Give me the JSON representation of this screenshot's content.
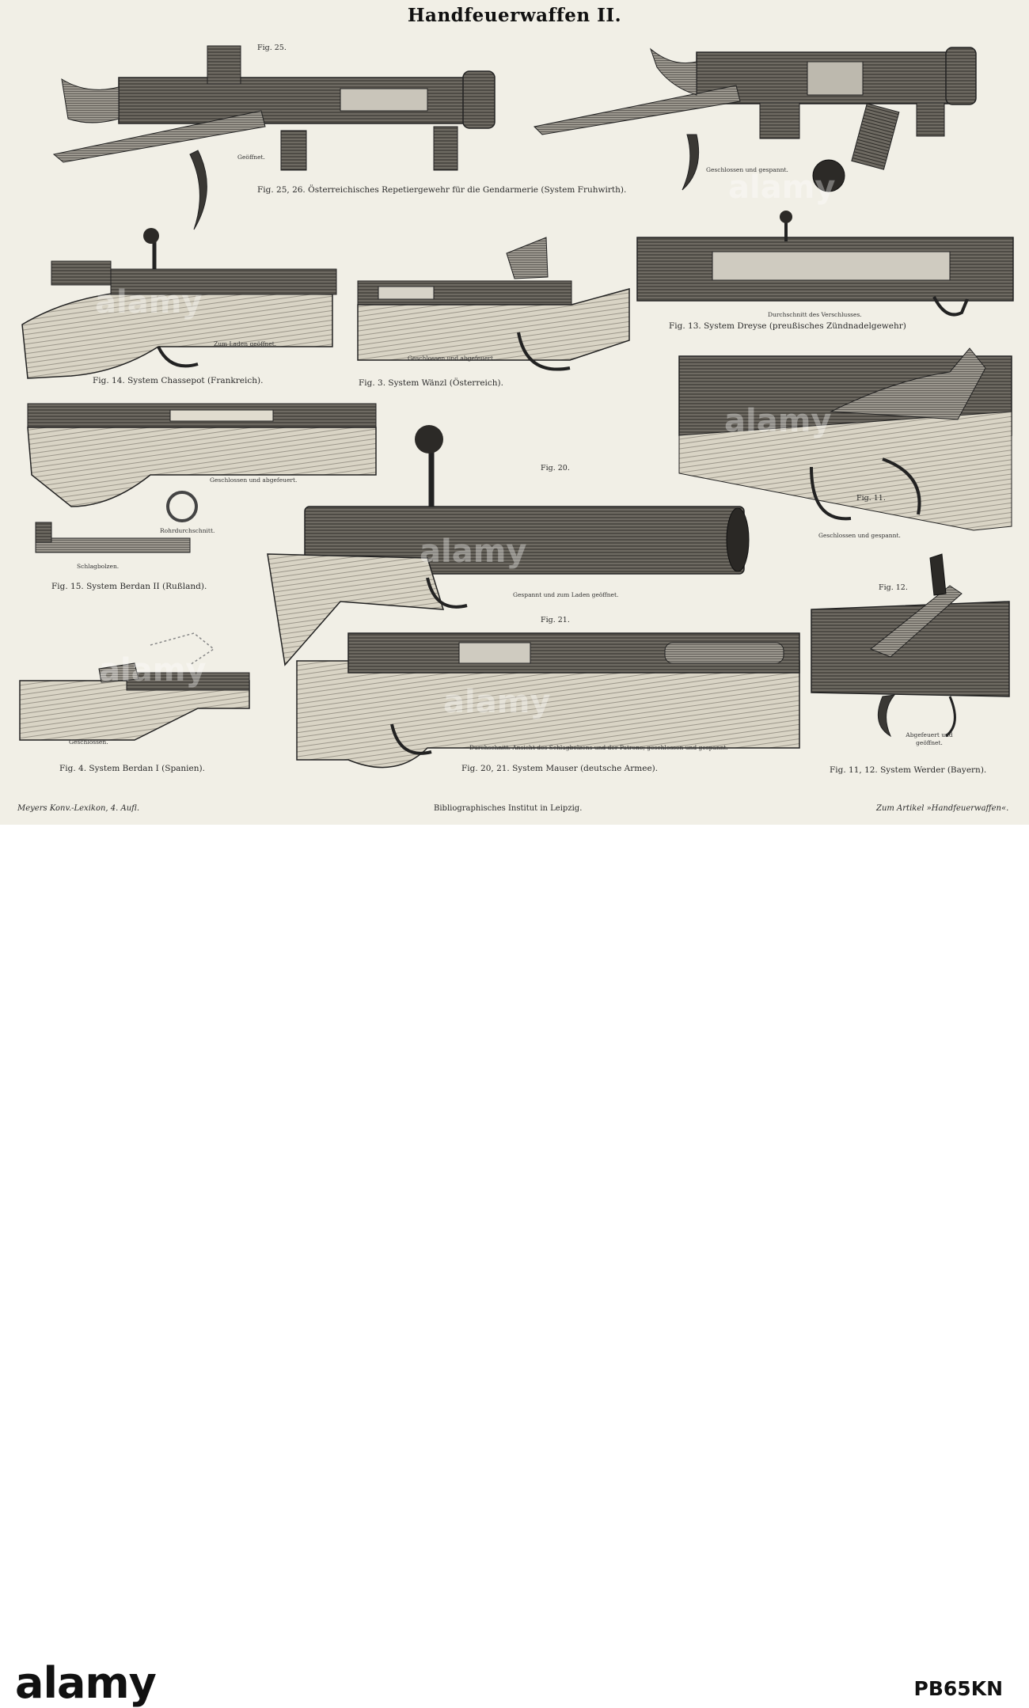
{
  "plate": {
    "title": "Handfeuerwaffen II.",
    "captions": {
      "fig25_26": "Fig. 25, 26. Österreichisches Repetiergewehr für die Gendarmerie (System Fruhwirth).",
      "fig14": "Fig. 14. System Chassepot (Frankreich).",
      "fig3": "Fig. 3. System Wänzl (Österreich).",
      "fig13": "Fig. 13. System Dreyse (preußisches Zündnadelgewehr)",
      "fig15": "Fig. 15. System Berdan II (Rußland).",
      "fig4": "Fig. 4. System Berdan I (Spanien).",
      "fig20_21": "Fig. 20, 21. System Mauser (deutsche Armee).",
      "fig11_12": "Fig. 11, 12. System Werder (Bayern)."
    },
    "labels": {
      "fig25": "Fig. 25.",
      "fig20": "Fig. 20.",
      "fig21": "Fig. 21.",
      "fig11": "Fig. 11.",
      "fig12": "Fig. 12."
    },
    "subcaptions": {
      "geoeffnet": "Geöffnet.",
      "geschlossen_gespannt_a": "Geschlossen und gespannt.",
      "zum_laden": "Zum Laden geöffnet.",
      "geschlossen_abgefeuert_a": "Geschlossen und abgefeuert.",
      "durchschnitt_verschluss": "Durchschnitt des Verschlusses.",
      "geschlossen_abgefeuert_b": "Geschlossen und abgefeuert.",
      "rohrdurchschnitt": "Rohrdurchschnitt.",
      "schlagbolzen": "Schlagbolzen.",
      "gespannt_laden": "Gespannt und zum Laden geöffnet.",
      "geschlossen_gespannt_b": "Geschlossen und gespannt.",
      "geschlossen": "Geschlossen.",
      "durchschnitt_mauser": "Durchschnitt. Ansicht des Schlagbolzens und der Patrone; geschlossen und gespannt.",
      "abgefeuert": "Abgefeuert und geöffnet."
    },
    "footer": {
      "left": "Meyers Konv.-Lexikon, 4. Aufl.",
      "center": "Bibliographisches Institut in Leipzig.",
      "right": "Zum Artikel »Handfeuerwaffen«."
    }
  },
  "watermark": {
    "text": "alamy"
  },
  "stock_bar": {
    "logo": "alamy",
    "image_id": "PB65KN"
  }
}
